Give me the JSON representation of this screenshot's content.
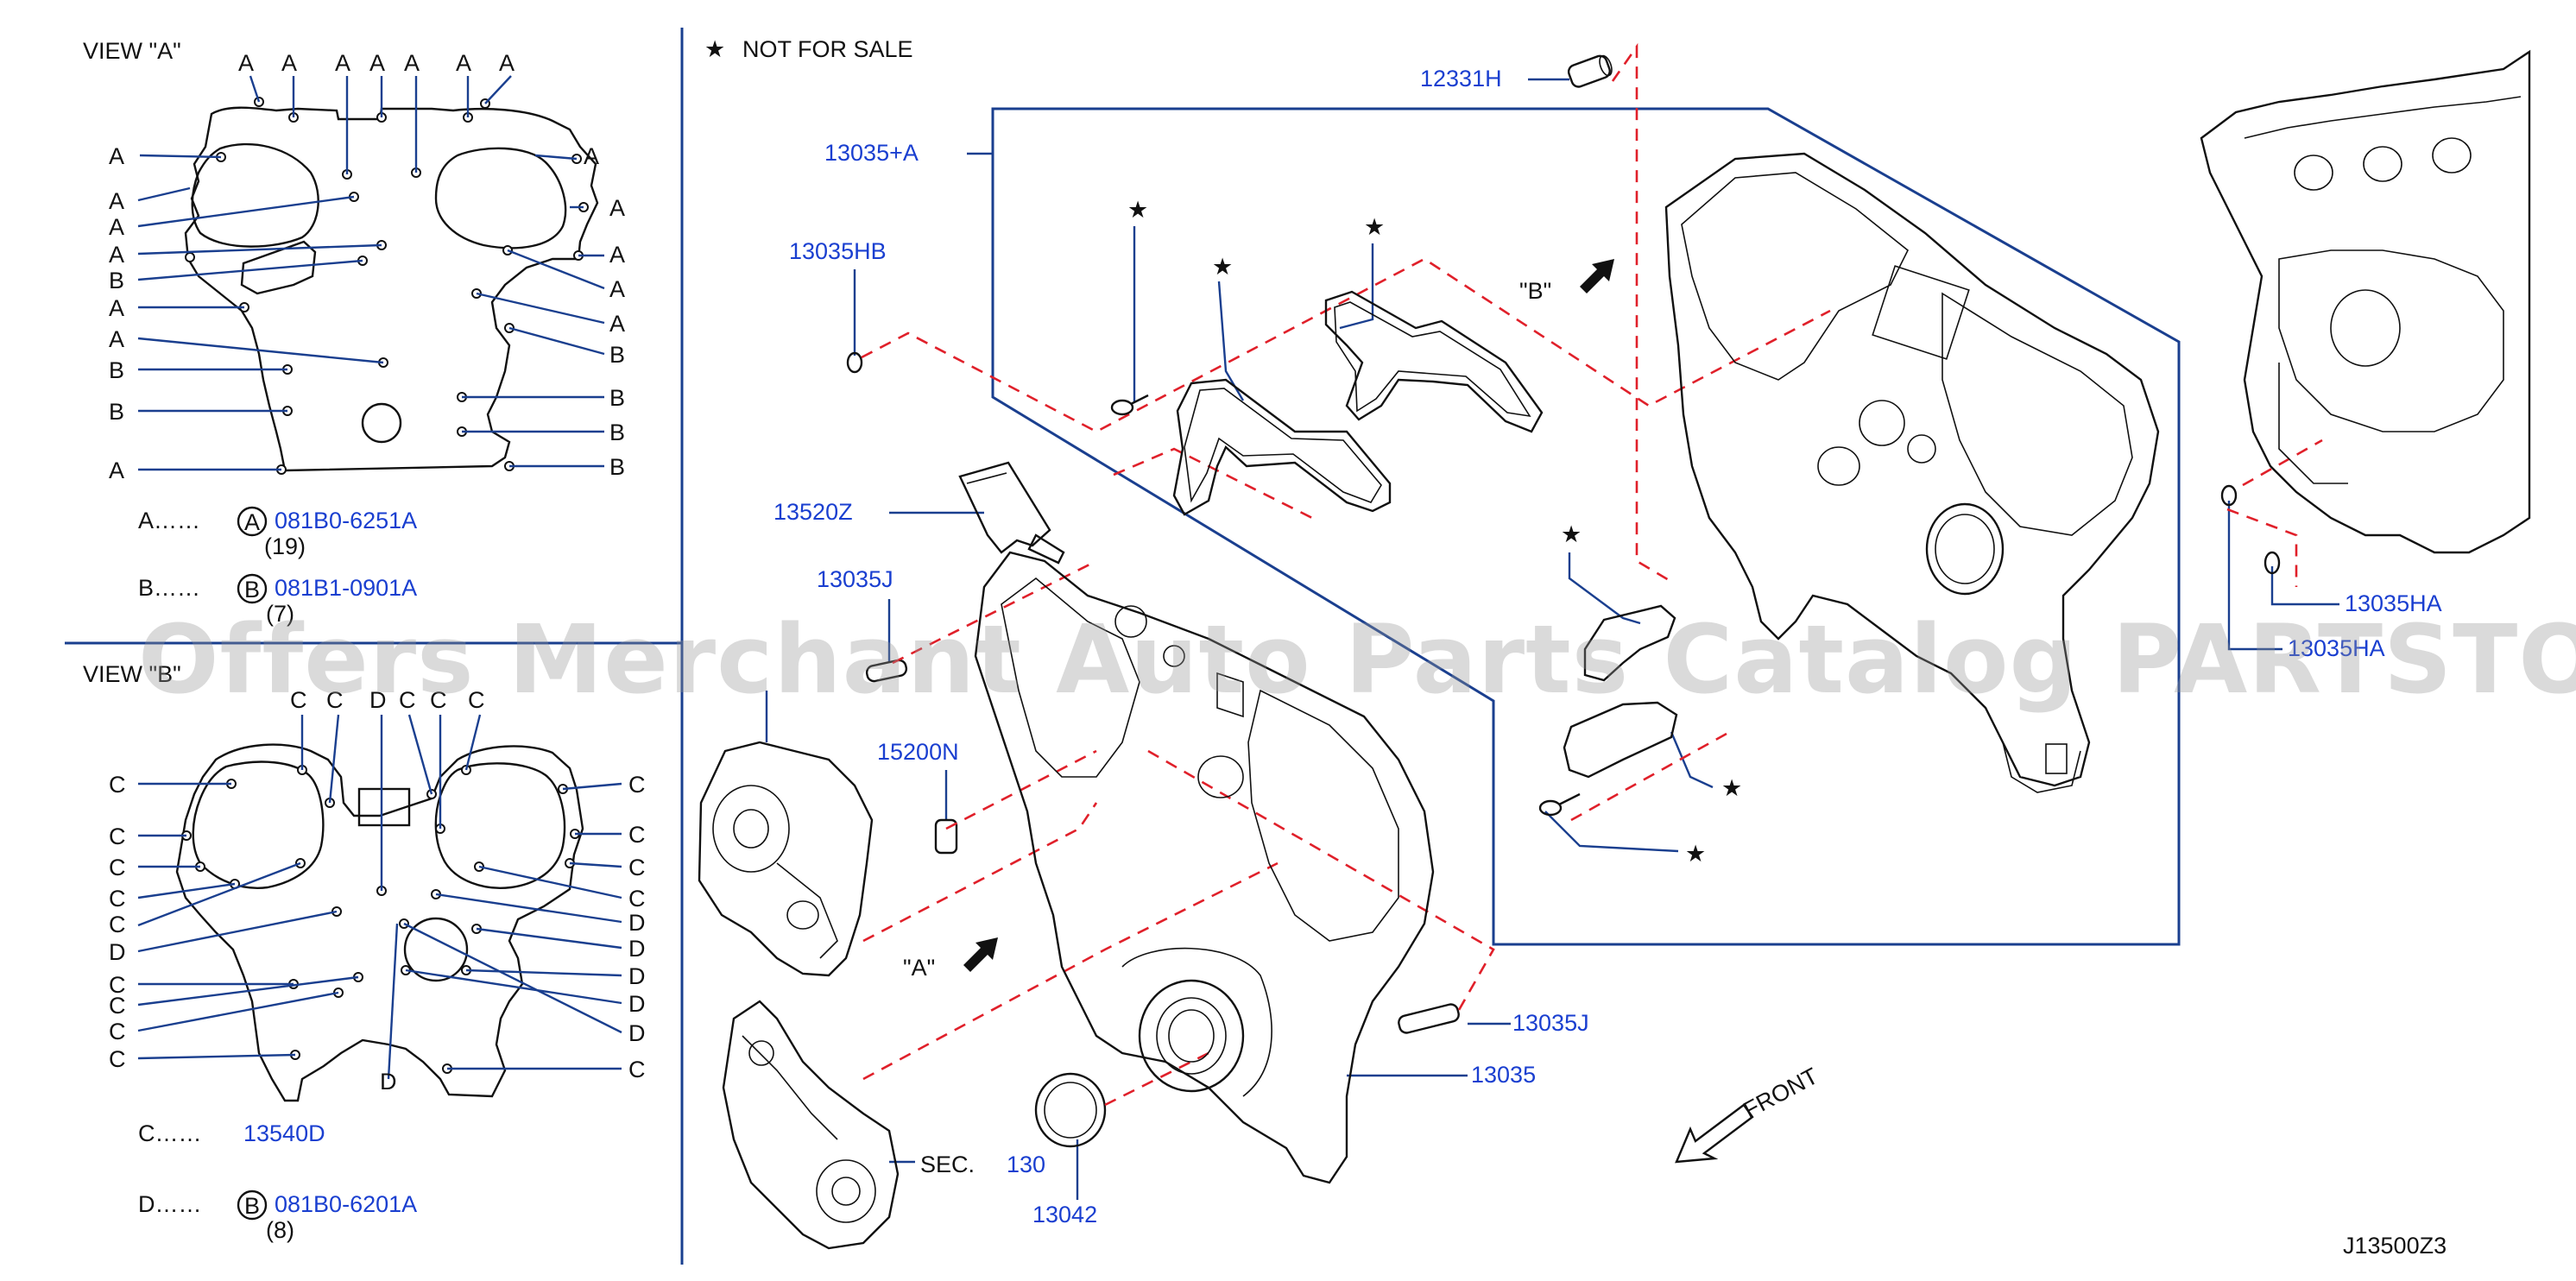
{
  "header": {
    "not_for_sale": "NOT  FOR  SALE",
    "star": "★"
  },
  "diagram_id": "J13500Z3",
  "watermark": "Offers Merchant Auto Parts Catalog PARTSTORE.SA",
  "view_a": {
    "title": "VIEW  \"A\"",
    "top_letters": [
      "A",
      "A",
      "A",
      "A",
      "A",
      "A",
      "A"
    ],
    "left_letters": [
      "A",
      "A",
      "A",
      "A",
      "B",
      "A",
      "A",
      "B",
      "B",
      "A"
    ],
    "right_letters": [
      "A",
      "A",
      "A",
      "A",
      "A",
      "B",
      "B",
      "B",
      "B"
    ],
    "legend": [
      {
        "key": "A",
        "dots": "A……",
        "code": "081B0-6251A",
        "qty": "(19)"
      },
      {
        "key": "B",
        "dots": "B……",
        "code": "081B1-0901A",
        "qty": "(7)"
      }
    ]
  },
  "view_b": {
    "title": "VIEW  \"B\"",
    "top_letters": [
      "C",
      "C",
      "D",
      "C",
      "C",
      "C"
    ],
    "left_letters": [
      "C",
      "C",
      "C",
      "C",
      "C",
      "D",
      "C",
      "C",
      "C",
      "C"
    ],
    "right_letters": [
      "C",
      "C",
      "C",
      "C",
      "D",
      "D",
      "D",
      "D",
      "D",
      "C"
    ],
    "bottom_letter": "D",
    "legend": [
      {
        "dots": "C……",
        "code": "13540D"
      },
      {
        "key": "B",
        "dots": "D……",
        "code": "081B0-6201A",
        "qty": "(8)"
      }
    ]
  },
  "parts": {
    "p12331H": "12331H",
    "p13035A": "13035+A",
    "p13035HB": "13035HB",
    "p13520Z": "13520Z",
    "p13035J_top": "13035J",
    "p15200N": "15200N",
    "p13035J_bot": "13035J",
    "p13035": "13035",
    "p13042": "13042",
    "p13035HA": "13035HA",
    "p13035HA_2": "13035HA",
    "sec_label": "SEC.",
    "sec_num": "130",
    "view_a_callout": "\"A\"",
    "view_b_callout": "\"B\"",
    "front": "FRONT"
  },
  "colors": {
    "line": "#1a3f8f",
    "text_blue": "#1a3fd0",
    "dash": "#e0202a",
    "ink": "#111111"
  }
}
